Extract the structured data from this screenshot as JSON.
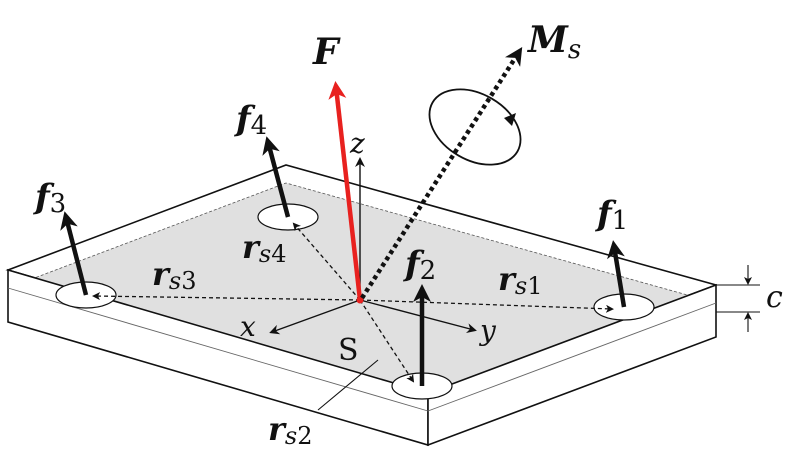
{
  "labels": {
    "F": "F",
    "Ms_main": "M",
    "Ms_sub": "s",
    "f1_main": "f",
    "f1_sub": "1",
    "f2_main": "f",
    "f2_sub": "2",
    "f3_main": "f",
    "f3_sub": "3",
    "f4_main": "f",
    "f4_sub": "4",
    "rs1_main": "r",
    "rs1_sub_s": "s",
    "rs1_sub_n": "1",
    "rs2_main": "r",
    "rs2_sub_s": "s",
    "rs2_sub_n": "2",
    "rs3_main": "r",
    "rs3_sub_s": "s",
    "rs3_sub_n": "3",
    "rs4_main": "r",
    "rs4_sub_s": "s",
    "rs4_sub_n": "4",
    "z": "z",
    "x": "x",
    "y": "y",
    "S": "S",
    "c": "c"
  },
  "colors": {
    "force": "#e8211f",
    "ink": "#111111",
    "plate_mid": "#e0e0e0"
  }
}
